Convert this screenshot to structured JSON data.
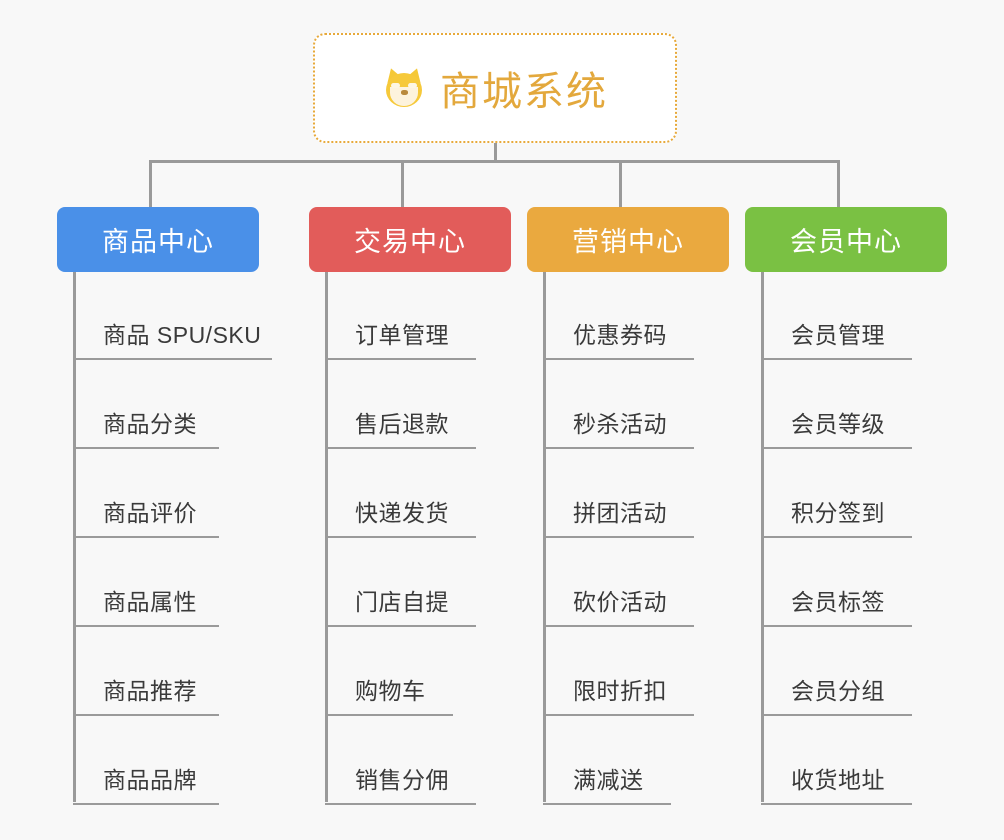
{
  "diagram": {
    "type": "mind-map",
    "title": "商城系统",
    "background_color": "#f8f8f8",
    "root": {
      "label": "商城系统",
      "icon": "shiba-dog-emoji",
      "text_color": "#e3a83c",
      "border_color": "#e7a93a",
      "fill_color": "#ffffff"
    },
    "connector_color": "#9a9a9a",
    "branches": [
      {
        "label": "商品中心",
        "color": "#4a90e8",
        "items": [
          "商品 SPU/SKU",
          "商品分类",
          "商品评价",
          "商品属性",
          "商品推荐",
          "商品品牌"
        ]
      },
      {
        "label": "交易中心",
        "color": "#e25c5a",
        "items": [
          "订单管理",
          "售后退款",
          "快递发货",
          "门店自提",
          "购物车",
          "销售分佣"
        ]
      },
      {
        "label": "营销中心",
        "color": "#eaa93f",
        "items": [
          "优惠券码",
          "秒杀活动",
          "拼团活动",
          "砍价活动",
          "限时折扣",
          "满减送"
        ]
      },
      {
        "label": "会员中心",
        "color": "#7ac143",
        "items": [
          "会员管理",
          "会员等级",
          "积分签到",
          "会员标签",
          "会员分组",
          "收货地址"
        ]
      }
    ]
  }
}
